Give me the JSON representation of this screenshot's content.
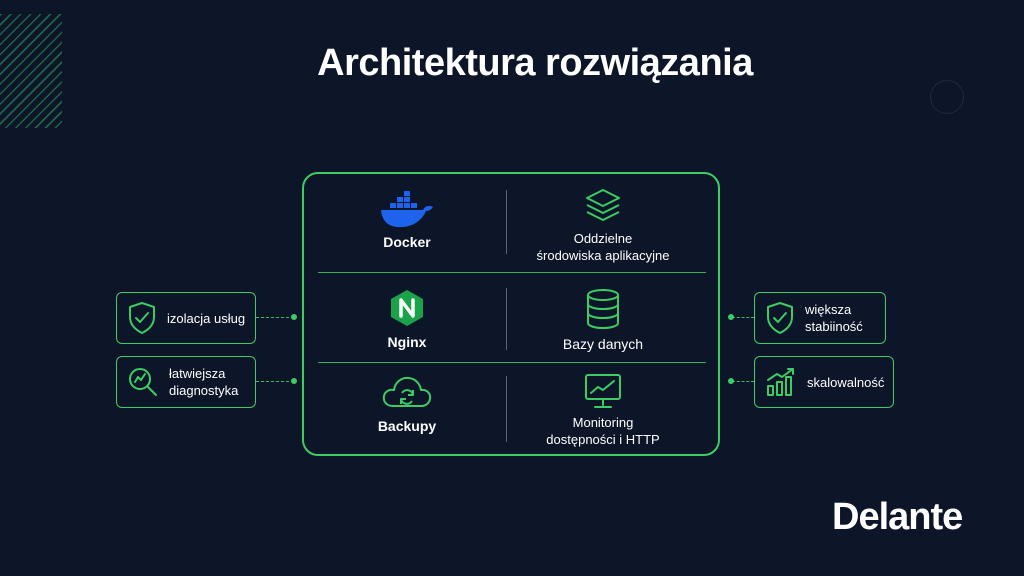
{
  "title": "Architektura rozwiązania",
  "brand": "Delante",
  "colors": {
    "background": "#0d1528",
    "accent": "#3dcc63",
    "docker_blue": "#1d63ed",
    "nginx_green": "#1ba34a"
  },
  "grid": {
    "row1": {
      "left": {
        "label": "Docker",
        "icon": "docker-icon"
      },
      "right": {
        "line1": "Oddzielne",
        "line2": "środowiska aplikacyjne",
        "icon": "layers-icon"
      }
    },
    "row2": {
      "left": {
        "label": "Nginx",
        "icon": "nginx-icon"
      },
      "right": {
        "label": "Bazy danych",
        "icon": "database-icon"
      }
    },
    "row3": {
      "left": {
        "label": "Backupy",
        "icon": "cloud-sync-icon"
      },
      "right": {
        "line1": "Monitoring",
        "line2": "dostępności i HTTP",
        "icon": "monitor-chart-icon"
      }
    }
  },
  "left_benefits": [
    {
      "line1": "izolacja usług",
      "icon": "shield-check-icon"
    },
    {
      "line1": "łatwiejsza",
      "line2": "diagnostyka",
      "icon": "magnifier-chart-icon"
    }
  ],
  "right_benefits": [
    {
      "line1": "większa",
      "line2": "stabiiność",
      "icon": "shield-check-icon"
    },
    {
      "line1": "skalowalność",
      "icon": "growth-bars-icon"
    }
  ]
}
